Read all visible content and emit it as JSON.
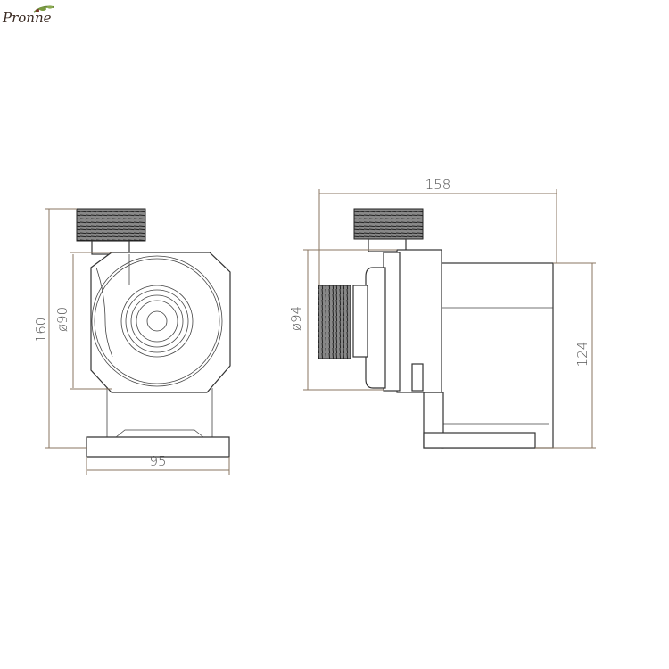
{
  "logo": {
    "text": "Pronne"
  },
  "front_view": {
    "height_label": "160",
    "diameter_label": "ø90",
    "width_label": "95"
  },
  "side_view": {
    "length_label": "158",
    "diameter_label": "ø94",
    "height_label": "124"
  },
  "colors": {
    "dimension": "#8a7560",
    "outline": "#333333"
  }
}
